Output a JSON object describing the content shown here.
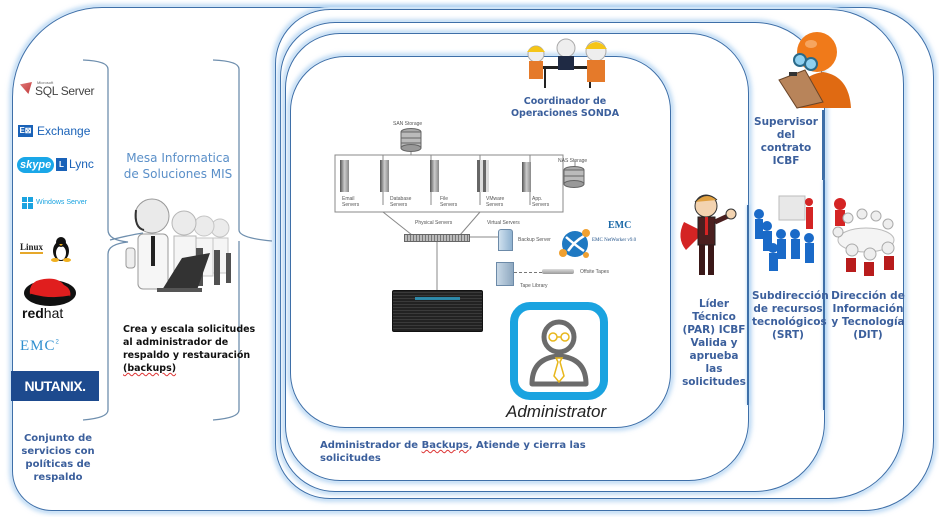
{
  "services_panel": {
    "logos": [
      {
        "name": "Microsoft SQL Server",
        "text_small": "Microsoft",
        "text": "SQL Server"
      },
      {
        "name": "Exchange",
        "text": "Exchange"
      },
      {
        "name": "Skype",
        "text": "skype"
      },
      {
        "name": "Lync",
        "text": "Lync"
      },
      {
        "name": "Windows Server",
        "text": "Windows Server"
      },
      {
        "name": "Linux",
        "text": "Linux"
      },
      {
        "name": "Red Hat",
        "text_bold": "red",
        "text": "hat"
      },
      {
        "name": "EMC",
        "text": "EMC",
        "sup": "2"
      },
      {
        "name": "Nutanix",
        "text": "NUTANIX."
      }
    ],
    "caption": [
      "Conjunto de",
      "servicios con",
      "políticas de",
      "respaldo"
    ]
  },
  "help_desk": {
    "title": [
      "Mesa Informatica",
      "de Soluciones MIS"
    ],
    "description": [
      "Crea y escala solicitudes",
      "al administrador de",
      "respaldo y restauración"
    ],
    "description_last": "(backups)"
  },
  "coordinator": {
    "label": [
      "Coordinador de",
      "Operaciones SONDA"
    ]
  },
  "network_diagram": {
    "san_storage": "SAN Storage",
    "nas_storage": "NAS Storage",
    "servers": [
      [
        "Email",
        "Servers"
      ],
      [
        "Database",
        "Servers"
      ],
      [
        "File",
        "Servers"
      ],
      [
        "VMware",
        "Servers"
      ],
      [
        "App.",
        "Servers"
      ]
    ],
    "physical_servers": "Physical Servers",
    "virtual_servers": "Virtual Servers",
    "backup_server": "Backup Server",
    "tape_library": "Tape Library",
    "offsite_tapes": "Offsite Tapes",
    "emc_brand": "EMC",
    "emc_product": "EMC NetWorker v9.0"
  },
  "administrator": {
    "icon_label": "Administrator",
    "caption_pre": "Administrador de ",
    "caption_word": "Backups",
    "caption_post": ", Atiende y cierra las solicitudes",
    "colors": {
      "frame": "#1aa3e0",
      "figure": "#6b6b6b",
      "accent": "#e8b71c"
    }
  },
  "technical_leader": {
    "label": [
      "Líder",
      "Técnico",
      "(PAR) ICBF",
      "Valida y",
      "aprueba las",
      "solicitudes"
    ]
  },
  "supervisor": {
    "label": [
      "Supervisor",
      "del contrato",
      "ICBF"
    ]
  },
  "srt": {
    "label": [
      "Subdirección",
      "de recursos",
      "tecnológicos",
      "(SRT)"
    ]
  },
  "dit": {
    "label": [
      "Dirección de",
      "Información",
      "y Tecnología",
      "(DIT)"
    ]
  }
}
